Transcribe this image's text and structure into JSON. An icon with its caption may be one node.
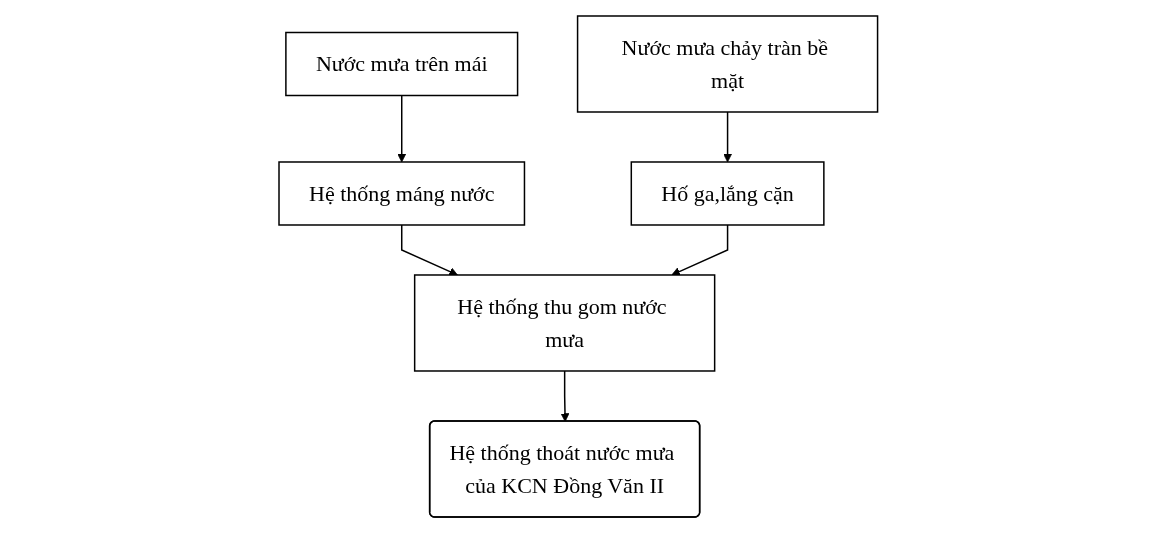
{
  "diagram": {
    "nodes": [
      {
        "text": [
          "Nước mưa trên mái"
        ]
      },
      {
        "text": [
          "Nước mưa chảy tràn bề mặt"
        ]
      },
      {
        "text": [
          "Hệ thống máng nước"
        ]
      },
      {
        "text": [
          "Hệ thống thu gom nước mưa"
        ]
      },
      {
        "text": [
          "Hố ga,lắng cặn"
        ]
      },
      {
        "text": [
          "Hệ thống thoát nước mưa của KCN Đồng Văn II"
        ]
      }
    ],
    "edges": [
      {
        "from": 0,
        "to": 2,
        "arrow": "to"
      },
      {
        "from": 1,
        "to": 4,
        "arrow": "to"
      },
      {
        "from": 2,
        "to": 3,
        "arrow": "to"
      },
      {
        "from": 4,
        "to": 3,
        "arrow": "to"
      },
      {
        "from": 3,
        "to": 5,
        "arrow": "to"
      }
    ]
  }
}
